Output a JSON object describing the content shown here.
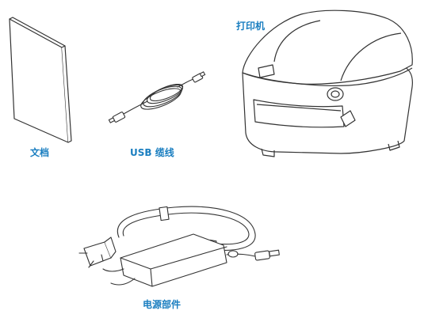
{
  "labels": {
    "documents": "文档",
    "usb_cable": "USB 缆线",
    "printer": "打印机",
    "power_supply": "电源部件"
  },
  "icons": [
    "documents-booklet-icon",
    "usb-cable-icon",
    "printer-icon",
    "power-supply-icon"
  ],
  "colors": {
    "label": "#1a7ec0",
    "line": "#333333"
  }
}
